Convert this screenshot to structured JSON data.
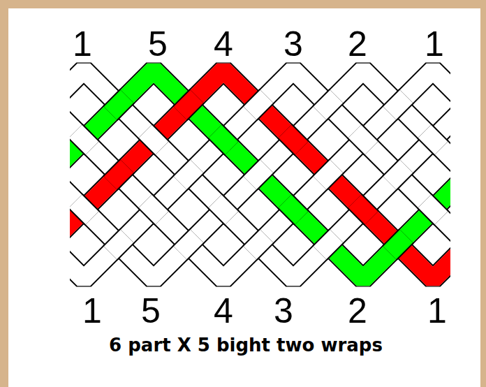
{
  "diagram": {
    "caption": "6 part X 5 bight two wraps",
    "labels": [
      "1",
      "5",
      "4",
      "3",
      "2",
      "1",
      "1",
      "5",
      "4",
      "3",
      "2",
      "1"
    ]
  }
}
